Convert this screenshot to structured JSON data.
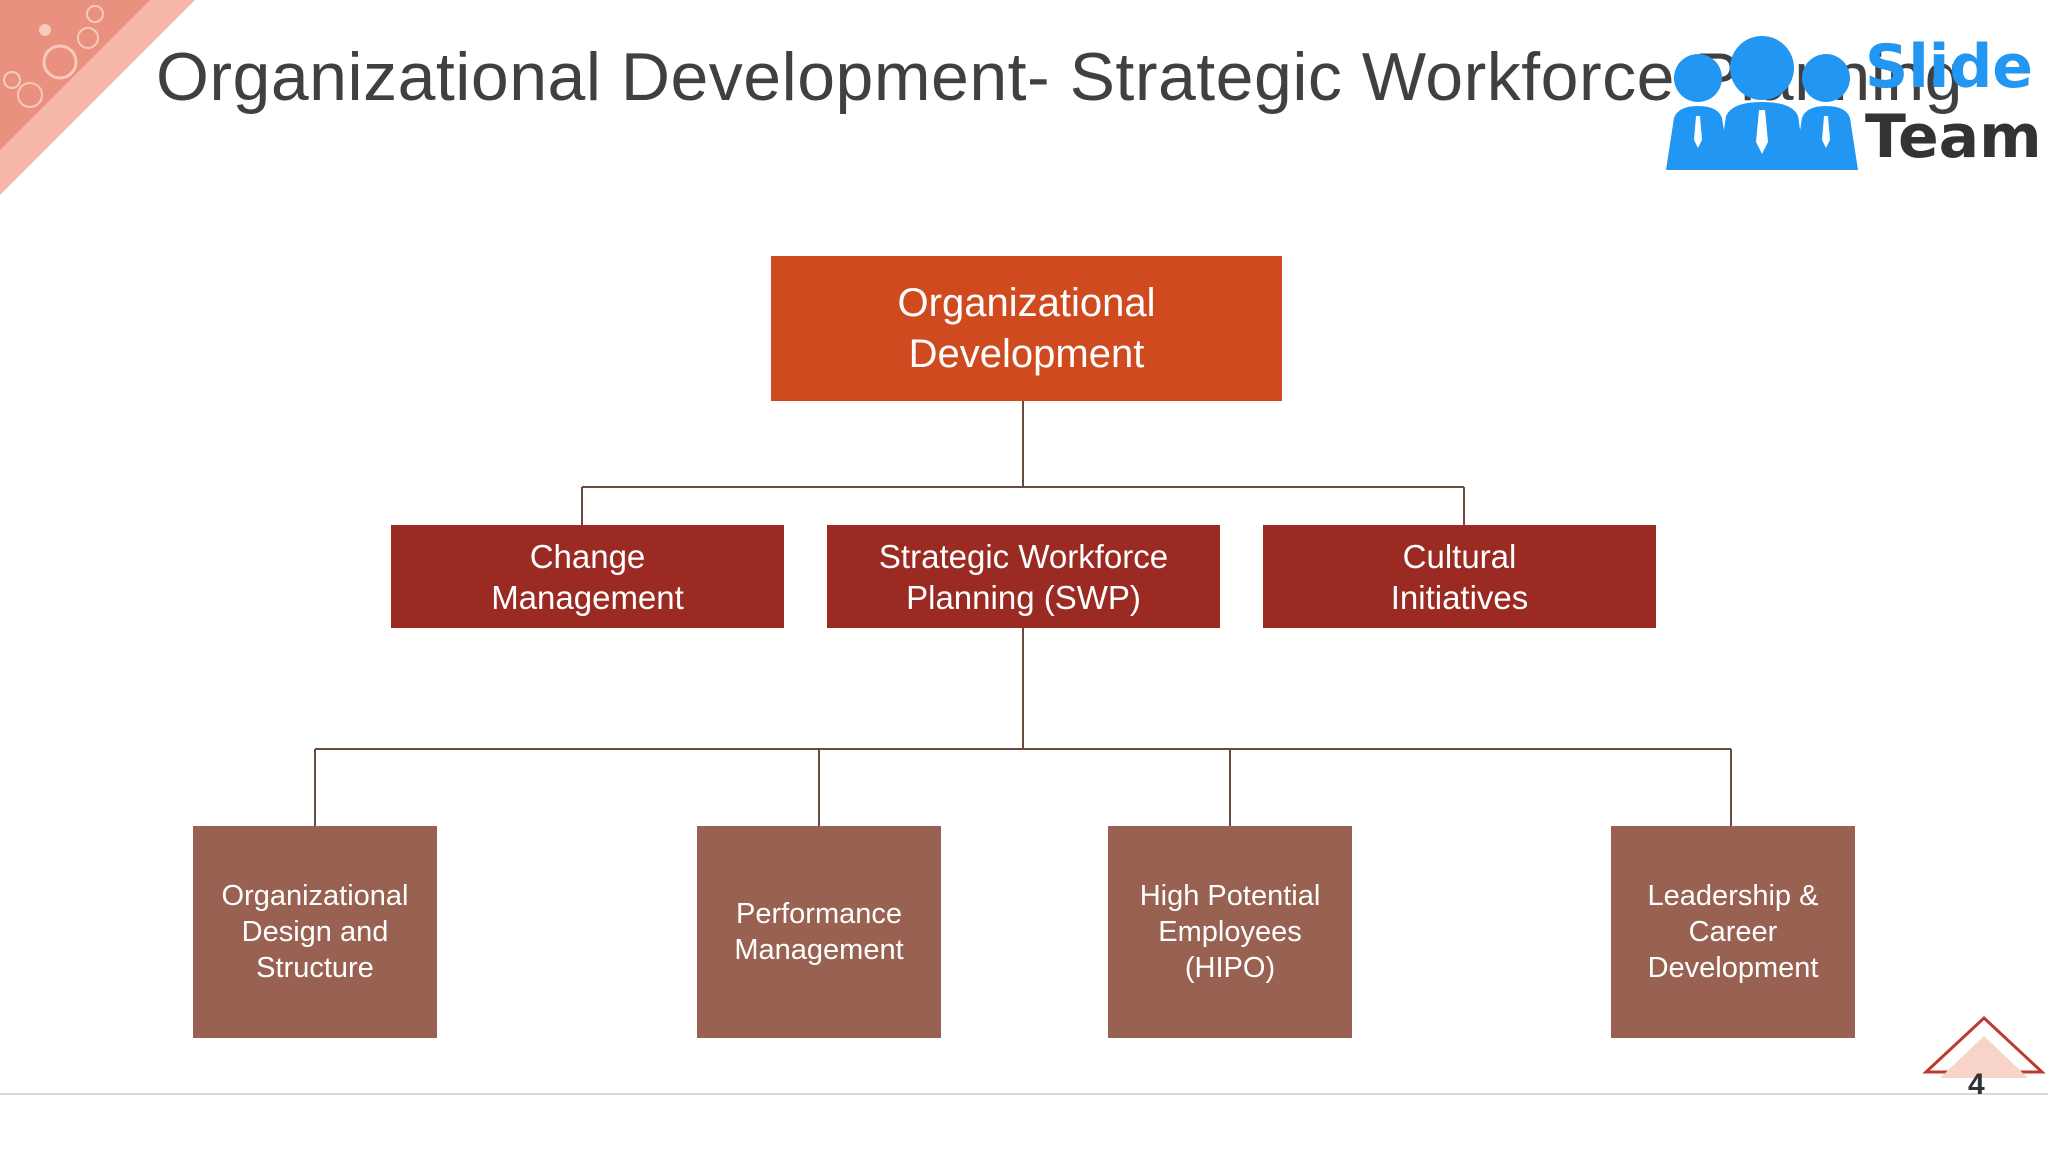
{
  "slide": {
    "title": "Organizational Development- Strategic Workforce Planning",
    "page_number": "4"
  },
  "logo": {
    "word1": "Slide",
    "word2": "Team"
  },
  "org_chart": {
    "root": {
      "line1": "Organizational",
      "line2": "Development"
    },
    "level2": [
      {
        "line1": "Change",
        "line2": "Management"
      },
      {
        "line1": "Strategic Workforce",
        "line2": "Planning (SWP)"
      },
      {
        "line1": "Cultural",
        "line2": "Initiatives"
      }
    ],
    "level3": [
      {
        "line1": "Organizational",
        "line2": "Design and",
        "line3": "Structure"
      },
      {
        "line1": "Performance",
        "line2": "Management"
      },
      {
        "line1": "High Potential",
        "line2": "Employees",
        "line3": "(HIPO)"
      },
      {
        "line1": "Leadership &",
        "line2": "Career",
        "line3": "Development"
      }
    ]
  },
  "colors": {
    "root": "#cf4a1f",
    "level2": "#9a2a22",
    "level3": "#986152",
    "connector": "#6b4a42",
    "logo_blue": "#2196f3",
    "accent_salmon": "#e88a78"
  }
}
